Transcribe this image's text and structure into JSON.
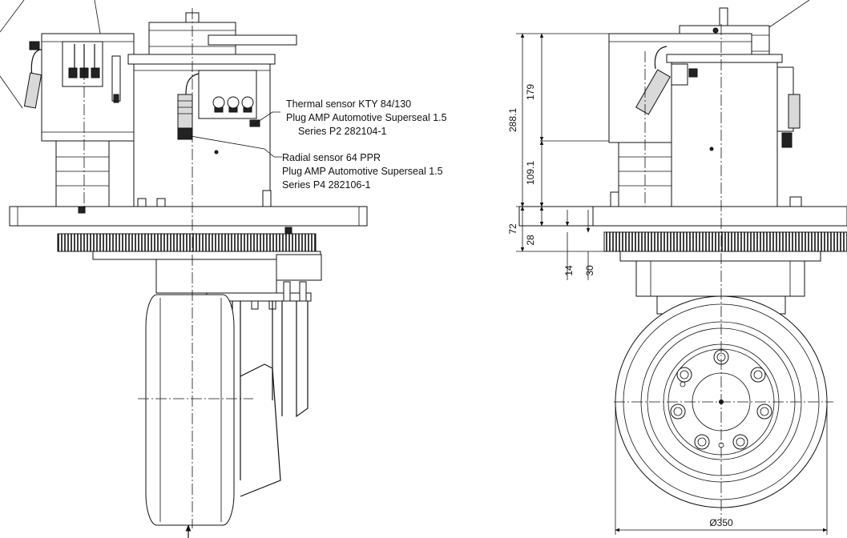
{
  "annotations": {
    "thermal_sensor": {
      "line1": "Thermal sensor KTY 84/130",
      "line2": "Plug AMP Automotive Superseal 1.5",
      "line3": "Series P2 282104-1"
    },
    "radial_sensor": {
      "line1": "Radial sensor 64 PPR",
      "line2": "Plug AMP Automotive Superseal 1.5",
      "line3": "Series P4 282106-1"
    }
  },
  "dimensions": {
    "d_179": "179",
    "d_288_1": "288.1",
    "d_109_1": "109.1",
    "d_72": "72",
    "d_28": "28",
    "d_14": "14",
    "d_30": "30",
    "d_diameter": "Ø350"
  }
}
